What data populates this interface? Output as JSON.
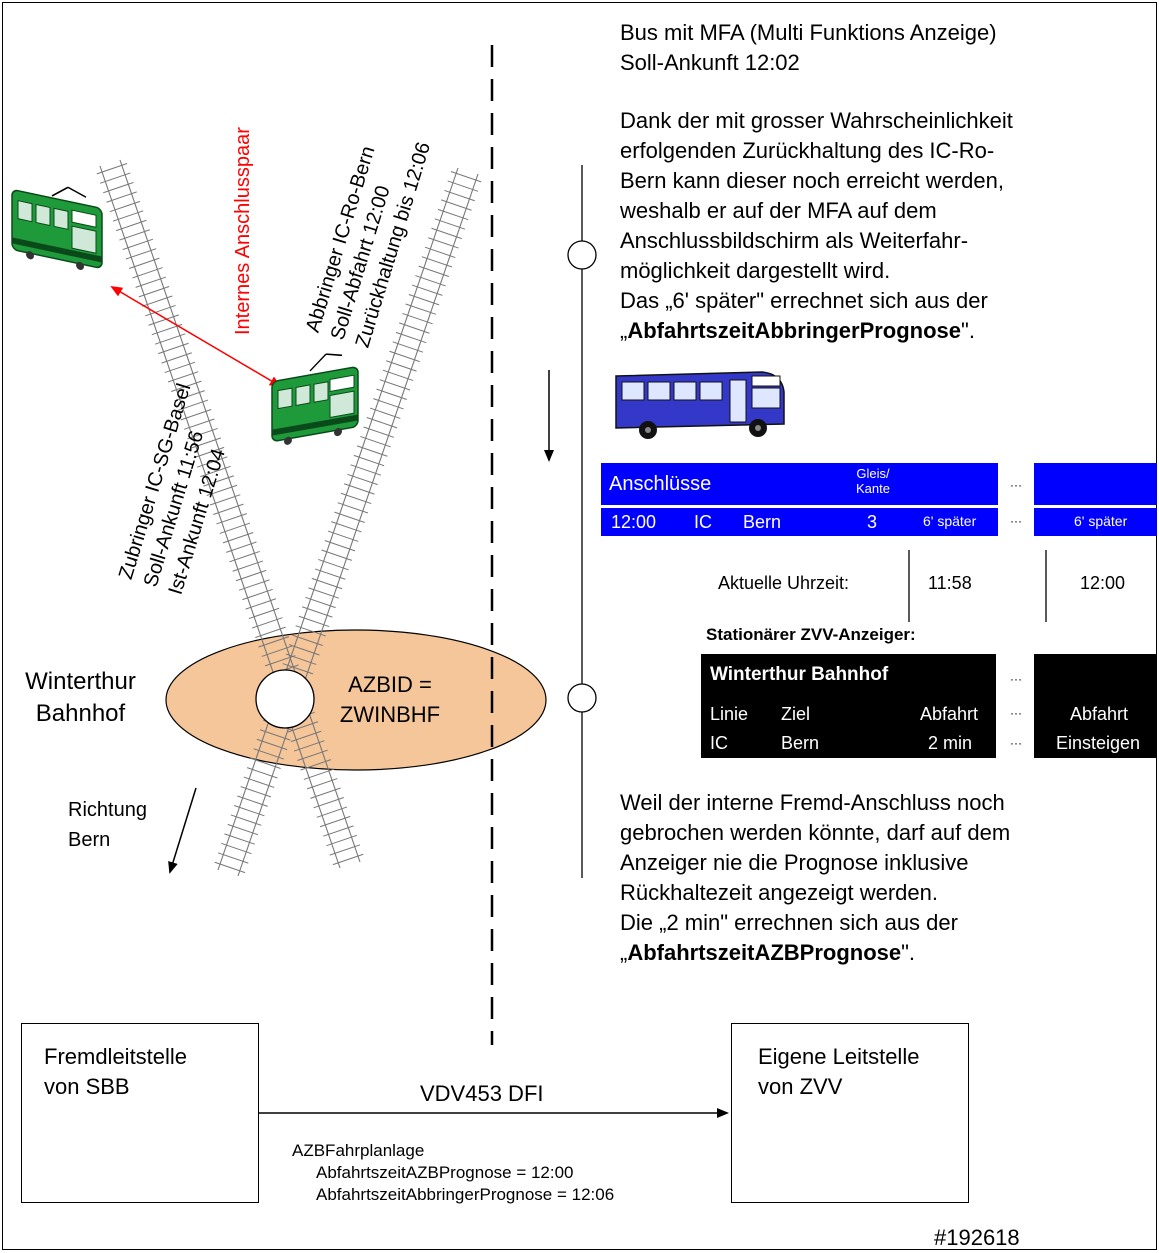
{
  "texts": {
    "bus_title": "Bus mit MFA (Multi Funktions Anzeige)",
    "bus_soll": "Soll-Ankunft 12:02",
    "para1_l1": "Dank der mit grosser Wahrscheinlichkeit",
    "para1_l2": "erfolgenden Zurückhaltung des IC-Ro-",
    "para1_l3": "Bern kann dieser noch erreicht werden,",
    "para1_l4": "weshalb er auf der MFA auf dem",
    "para1_l5": "Anschlussbildschirm als Weiterfahr-",
    "para1_l6": "möglichkeit dargestellt wird.",
    "para1_l7": "Das „6' später\" errechnet sich aus der",
    "para1_l8_pre": "„",
    "para1_l8_bold": "AbfahrtszeitAbbringerPrognose",
    "para1_l8_post": "\".",
    "internes": "Internes Anschlusspaar",
    "abbringer_l1": "Abbringer IC-Ro-Bern",
    "abbringer_l2": "Soll-Abfahrt 12:00",
    "abbringer_l3": "Zurückhaltung bis 12:06",
    "zubringer_l1": "Zubringer IC-SG-Basel",
    "zubringer_l2": "Soll-Ankunft 11:56",
    "zubringer_l3": "Ist-Ankunft 12:04",
    "station_l1": "Winterthur",
    "station_l2": "Bahnhof",
    "azbid_l1": "AZBID =",
    "azbid_l2": "ZWINBHF",
    "richtung_l1": "Richtung",
    "richtung_l2": "Bern",
    "para2_l1": "Weil der interne Fremd-Anschluss noch",
    "para2_l2": "gebrochen werden könnte, darf auf dem",
    "para2_l3": "Anzeiger nie die Prognose inklusive",
    "para2_l4": "Rückhaltezeit angezeigt werden.",
    "para2_l5": "Die „2 min\" errechnen sich aus der",
    "para2_l6_pre": "„",
    "para2_l6_bold": "AbfahrtszeitAZBPrognose",
    "para2_l6_post": "\".",
    "fremd_l1": "Fremdleitstelle",
    "fremd_l2": "von SBB",
    "eigene_l1": "Eigene Leitstelle",
    "eigene_l2": "von ZVV",
    "vdv": "VDV453 DFI",
    "azb_l1": "AZBFahrplanlage",
    "azb_l2": "AbfahrtszeitAZBPrognose = 12:00",
    "azb_l3": "AbfahrtszeitAbbringerPrognose = 12:06",
    "ref": "#192618"
  },
  "mfa": {
    "header": "Anschlüsse",
    "gleis_l1": "Gleis/",
    "gleis_l2": "Kante",
    "dots": "···",
    "row_time": "12:00",
    "row_type": "IC",
    "row_dest": "Bern",
    "row_gleis": "3",
    "row_delay": "6' später",
    "row_delay_right": "6' später"
  },
  "uhrzeit": {
    "label": "Aktuelle Uhrzeit:",
    "t1": "11:58",
    "t2": "12:00"
  },
  "zvv": {
    "label": "Stationärer ZVV-Anzeiger:",
    "title": "Winterthur Bahnhof",
    "col_linie": "Linie",
    "col_ziel": "Ziel",
    "col_abfahrt": "Abfahrt",
    "col_abfahrt_right": "Abfahrt",
    "row_linie": "IC",
    "row_ziel": "Bern",
    "row_abfahrt": "2 min",
    "row_right": "Einsteigen",
    "dots": "···"
  },
  "colors": {
    "mfa_blue": "#0000ff",
    "ellipse": "#f5c69a",
    "tram_green": "#1e9a3a",
    "bus_blue": "#3338c8",
    "arrow_red": "#ff0000"
  }
}
